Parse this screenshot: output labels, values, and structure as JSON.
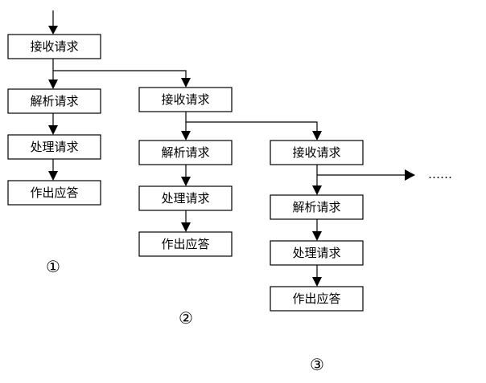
{
  "flows": [
    {
      "marker": "①",
      "steps": [
        "接收请求",
        "解析请求",
        "处理请求",
        "作出应答"
      ]
    },
    {
      "marker": "②",
      "steps": [
        "接收请求",
        "解析请求",
        "处理请求",
        "作出应答"
      ]
    },
    {
      "marker": "③",
      "steps": [
        "接收请求",
        "解析请求",
        "处理请求",
        "作出应答"
      ]
    }
  ],
  "continuation": "……"
}
